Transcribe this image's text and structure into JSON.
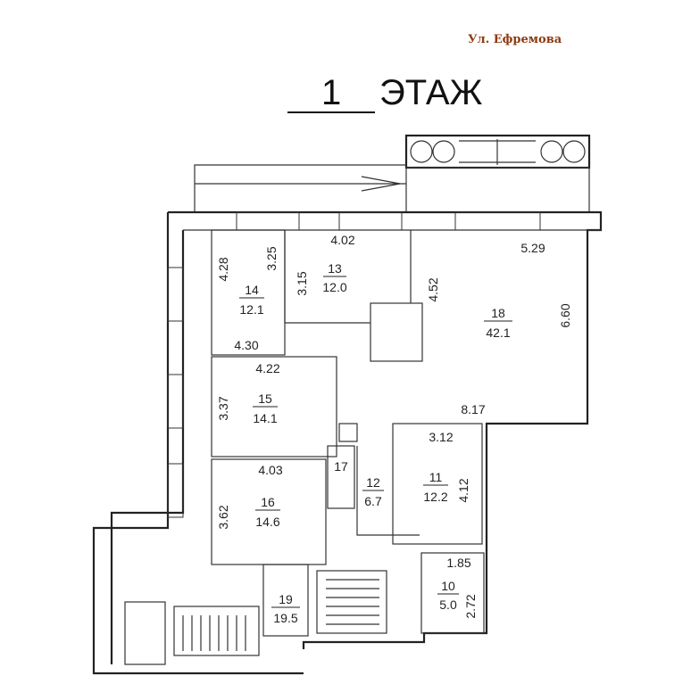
{
  "street_label": "Ул. Ефремова",
  "floor_title": {
    "number": "1",
    "word": "ЭТАЖ"
  },
  "rooms": [
    {
      "id": "r13",
      "number": "13",
      "area": "12.0"
    },
    {
      "id": "r14",
      "number": "14",
      "area": "12.1"
    },
    {
      "id": "r15",
      "number": "15",
      "area": "14.1"
    },
    {
      "id": "r16",
      "number": "16",
      "area": "14.6"
    },
    {
      "id": "r17",
      "number": "17",
      "area": ""
    },
    {
      "id": "r12",
      "number": "12",
      "area": "6.7"
    },
    {
      "id": "r18",
      "number": "18",
      "area": "42.1"
    },
    {
      "id": "r11",
      "number": "11",
      "area": "12.2"
    },
    {
      "id": "r10",
      "number": "10",
      "area": "5.0"
    },
    {
      "id": "r19",
      "number": "19",
      "area": "19.5"
    }
  ],
  "dimensions": {
    "d_4_02": "4.02",
    "d_3_25": "3.25",
    "d_3_15": "3.15",
    "d_4_28": "4.28",
    "d_4_52": "4.52",
    "d_5_29": "5.29",
    "d_6_60": "6.60",
    "d_4_30": "4.30",
    "d_4_22": "4.22",
    "d_3_37": "3.37",
    "d_8_17": "8.17",
    "d_3_12": "3.12",
    "d_4_12": "4.12",
    "d_4_03": "4.03",
    "d_3_62": "3.62",
    "d_1_85": "1.85",
    "d_2_72": "2.72"
  }
}
